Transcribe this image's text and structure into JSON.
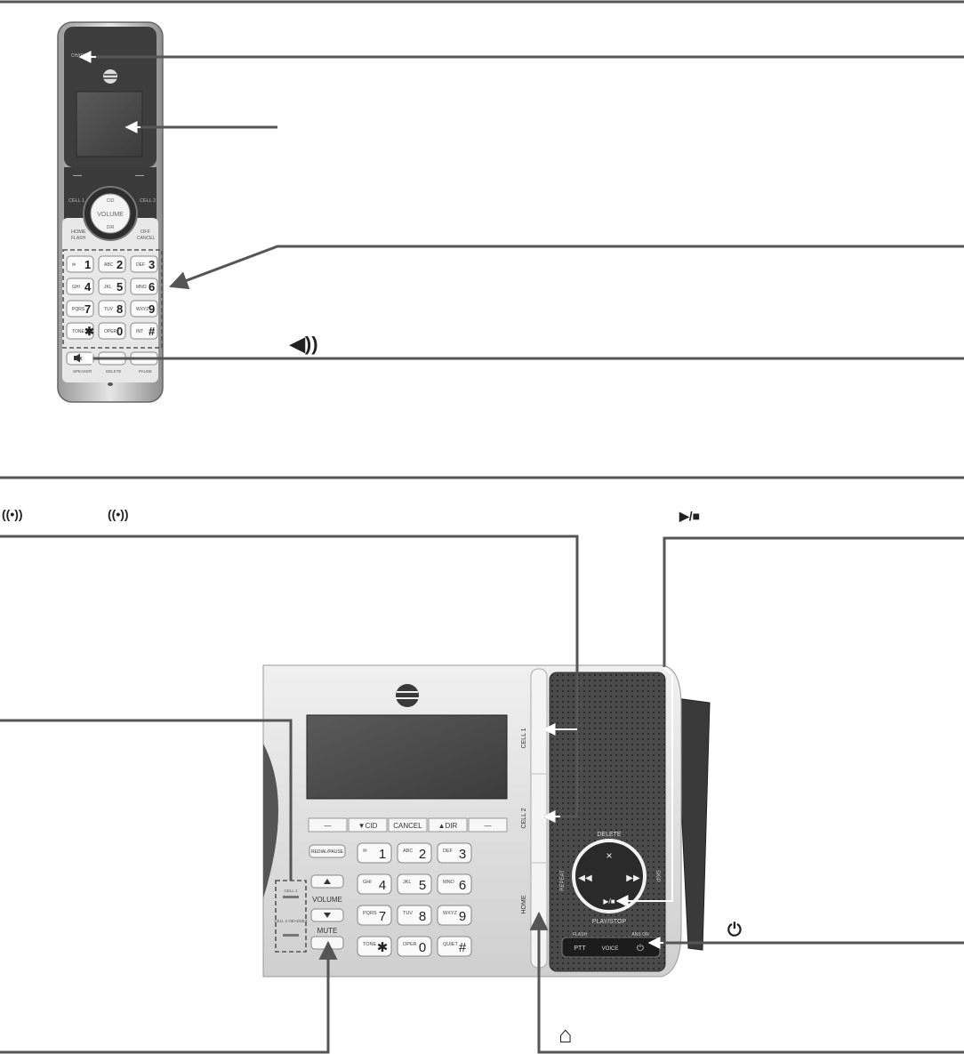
{
  "handset": {
    "charge_label": "CHARGE",
    "softkey_left": "—",
    "softkey_right": "—",
    "cell1_label": "CELL 1",
    "cell2_label": "CELL 2",
    "nav_up_label": "CID",
    "nav_center_label": "VOLUME",
    "nav_down_label": "DIR",
    "home_label": "HOME",
    "flash_label": "FLASH",
    "off_label": "OFF",
    "cancel_label": "CANCEL",
    "keys": [
      {
        "sub": "✉",
        "main": "1"
      },
      {
        "sub": "ABC",
        "main": "2"
      },
      {
        "sub": "DEF",
        "main": "3"
      },
      {
        "sub": "GHI",
        "main": "4"
      },
      {
        "sub": "JKL",
        "main": "5"
      },
      {
        "sub": "MNO",
        "main": "6"
      },
      {
        "sub": "PQRS",
        "main": "7"
      },
      {
        "sub": "TUV",
        "main": "8"
      },
      {
        "sub": "WXYZ",
        "main": "9"
      },
      {
        "sub": "TONE",
        "main": "✱"
      },
      {
        "sub": "OPER",
        "main": "0"
      },
      {
        "sub": "INT",
        "main": "#"
      }
    ],
    "speaker_label": "SPEAKER",
    "delete_label": "DELETE",
    "pause_label": "PAUSE"
  },
  "callouts": {
    "speaker_icon": "◀))",
    "cell_icon_1": "((•))",
    "cell_icon_2": "((•))",
    "play_stop_icon": "▶/■",
    "power_icon": "⏻",
    "home_icon": "⌂"
  },
  "base": {
    "softkeys": [
      "—",
      "▼CID",
      "CANCEL",
      "▲DIR",
      "—"
    ],
    "redial_label": "REDIAL/PAUSE",
    "volume_label": "VOLUME",
    "mute_label": "MUTE",
    "cell1_led": "CELL 1",
    "cell2_led": "CELL 2\nHEADSET",
    "cell1_side": "CELL 1",
    "cell2_side": "CELL 2",
    "home_side": "HOME",
    "keys": [
      {
        "sub": "✉",
        "main": "1"
      },
      {
        "sub": "ABC",
        "main": "2"
      },
      {
        "sub": "DEF",
        "main": "3"
      },
      {
        "sub": "GHI",
        "main": "4"
      },
      {
        "sub": "JKL",
        "main": "5"
      },
      {
        "sub": "MNO",
        "main": "6"
      },
      {
        "sub": "PQRS",
        "main": "7"
      },
      {
        "sub": "TUV",
        "main": "8"
      },
      {
        "sub": "WXYZ",
        "main": "9"
      },
      {
        "sub": "TONE",
        "main": "✱"
      },
      {
        "sub": "OPER",
        "main": "0"
      },
      {
        "sub": "QUIET",
        "main": "#"
      }
    ],
    "delete_label": "DELETE",
    "repeat_label": "REPEAT",
    "skip_label": "SKIP",
    "play_stop_label": "PLAY/STOP",
    "flash_label": "FLASH",
    "ptt_label": "PTT",
    "voice_label": "VOICE",
    "ans_on_label": "ANS ON"
  }
}
